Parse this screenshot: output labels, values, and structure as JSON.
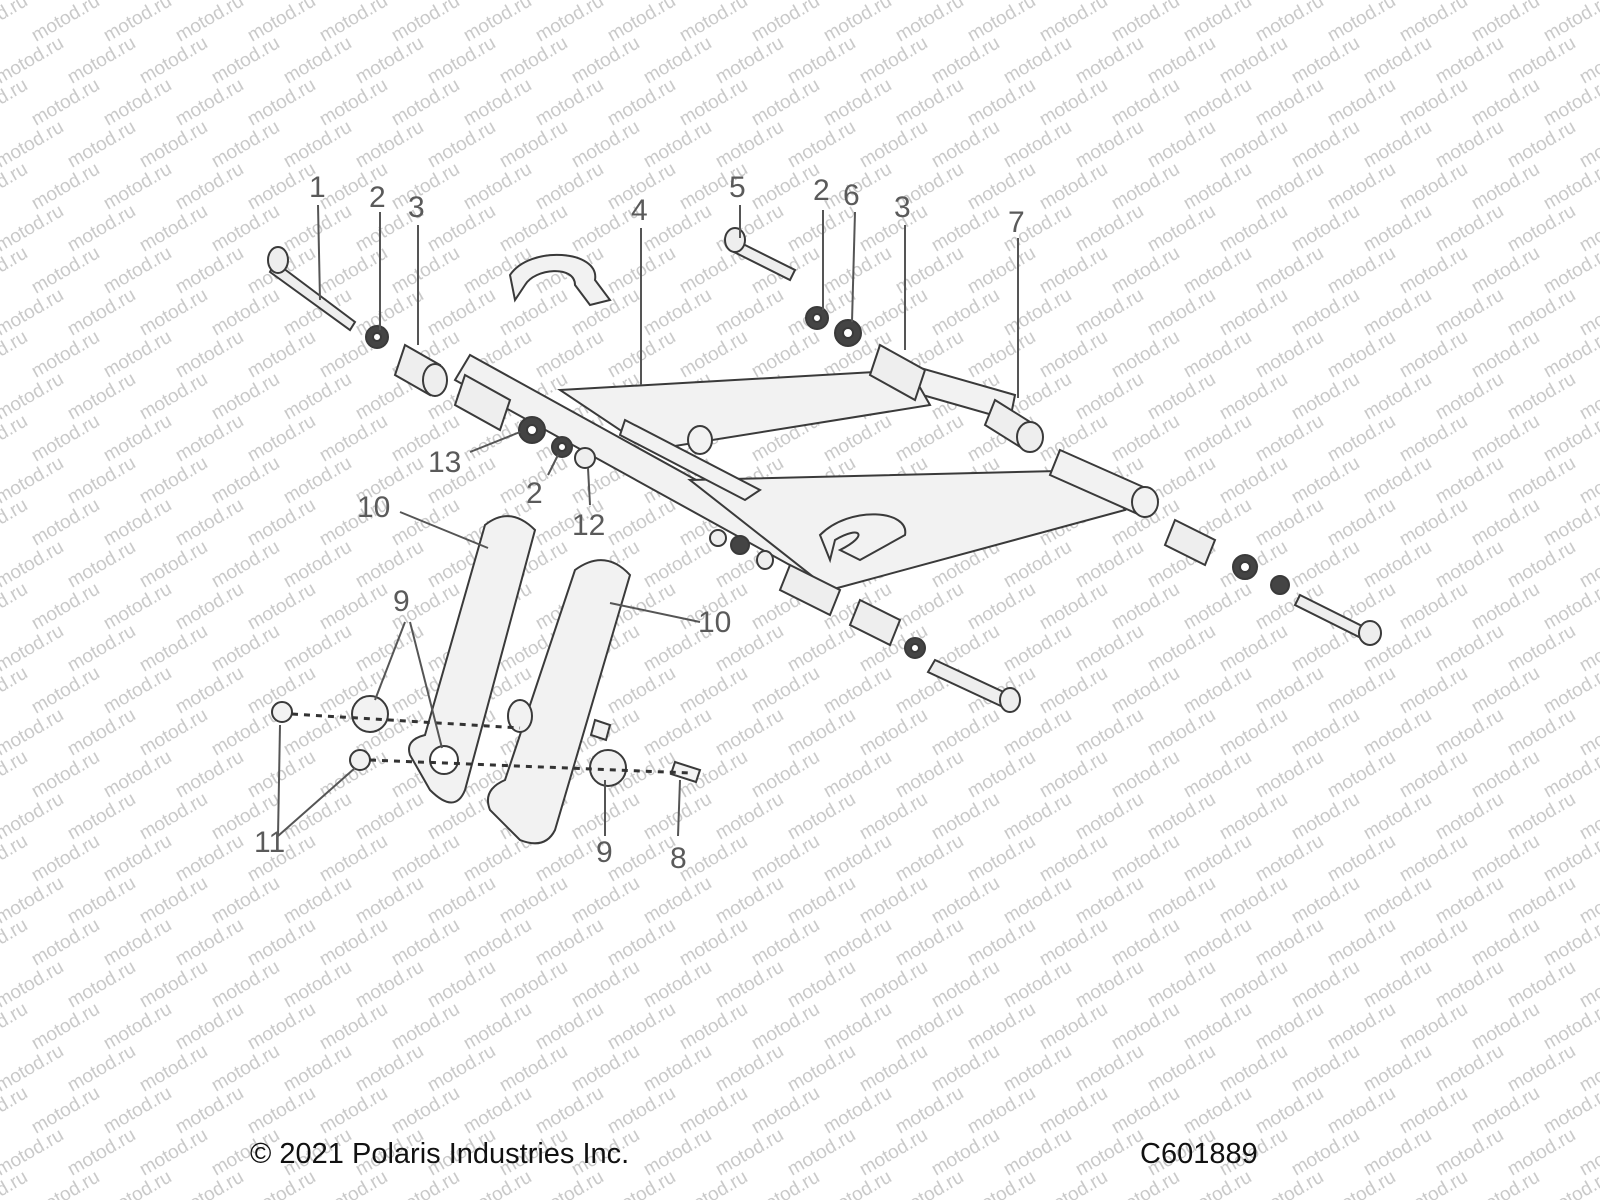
{
  "diagram": {
    "watermark_text": "motod.ru",
    "callouts": [
      {
        "id": "c1",
        "label": "1"
      },
      {
        "id": "c2a",
        "label": "2"
      },
      {
        "id": "c3a",
        "label": "3"
      },
      {
        "id": "c4",
        "label": "4"
      },
      {
        "id": "c5",
        "label": "5"
      },
      {
        "id": "c2b",
        "label": "2"
      },
      {
        "id": "c6",
        "label": "6"
      },
      {
        "id": "c3b",
        "label": "3"
      },
      {
        "id": "c7",
        "label": "7"
      },
      {
        "id": "c13",
        "label": "13"
      },
      {
        "id": "c2c",
        "label": "2"
      },
      {
        "id": "c12",
        "label": "12"
      },
      {
        "id": "c10a",
        "label": "10"
      },
      {
        "id": "c10b",
        "label": "10"
      },
      {
        "id": "c9a",
        "label": "9"
      },
      {
        "id": "c11",
        "label": "11"
      },
      {
        "id": "c9b",
        "label": "9"
      },
      {
        "id": "c8",
        "label": "8"
      }
    ]
  },
  "footer": {
    "copyright": "© 2021 Polaris Industries Inc.",
    "drawing_number": "C601889"
  }
}
